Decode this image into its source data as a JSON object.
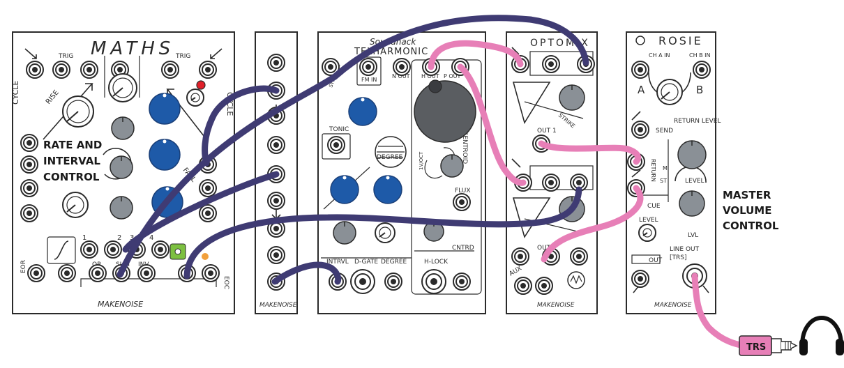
{
  "modules": {
    "maths": {
      "title": "MATHS",
      "brand": "MAKENOISE",
      "labels": [
        "TRIG",
        "TRIG",
        "CYCLE",
        "CYCLE",
        "RISE",
        "FALL",
        "1",
        "2",
        "3",
        "4",
        "OR",
        "SUM",
        "INV",
        "EOR",
        "EOC"
      ]
    },
    "mult": {
      "brand": "MAKENOISE"
    },
    "telharmonic": {
      "title_line1": "Soundhack",
      "title_line2": "TELHARMONIC",
      "labels": [
        "FM IN",
        "N OUT",
        "H OUT",
        "P OUT",
        "TONIC",
        "DEGREE",
        "CENTROID",
        "FLUX",
        "INTRVL",
        "D-GATE",
        "DEGREE",
        "CNTRD",
        "H-LOCK",
        "1V/OCT",
        "SYNC OUT"
      ]
    },
    "optomix": {
      "title": "OPTOMIX",
      "brand": "MAKENOISE",
      "labels": [
        "OUT 1",
        "OUT 2",
        "STRIKE",
        "AUX"
      ]
    },
    "rosie": {
      "title": "ROSIE",
      "brand": "MAKENOISE",
      "labels": [
        "CH A IN",
        "CH B IN",
        "A",
        "B",
        "SEND",
        "RETURN LEVEL",
        "RETURN",
        "M",
        "ST",
        "LEVEL",
        "CUE",
        "LEVEL",
        "OUT",
        "LINE OUT",
        "[TRS]",
        "LVL"
      ]
    }
  },
  "callouts": {
    "rate_line1": "RATE AND",
    "rate_line2": "INTERVAL",
    "rate_line3": "CONTROL",
    "master_line1": "MASTER",
    "master_line2": "VOLUME",
    "master_line3": "CONTROL"
  },
  "plug_label": "TRS",
  "icons": [
    "headphones-icon",
    "trs-plug-icon"
  ],
  "colors": {
    "cable_navy": "#3f3b73",
    "cable_pink": "#e77fb7",
    "knob_blue": "#1e5aa8",
    "knob_gray": "#8a9096",
    "led_red": "#e0202a",
    "led_green": "#7cc040",
    "led_orange": "#f2a03c"
  }
}
